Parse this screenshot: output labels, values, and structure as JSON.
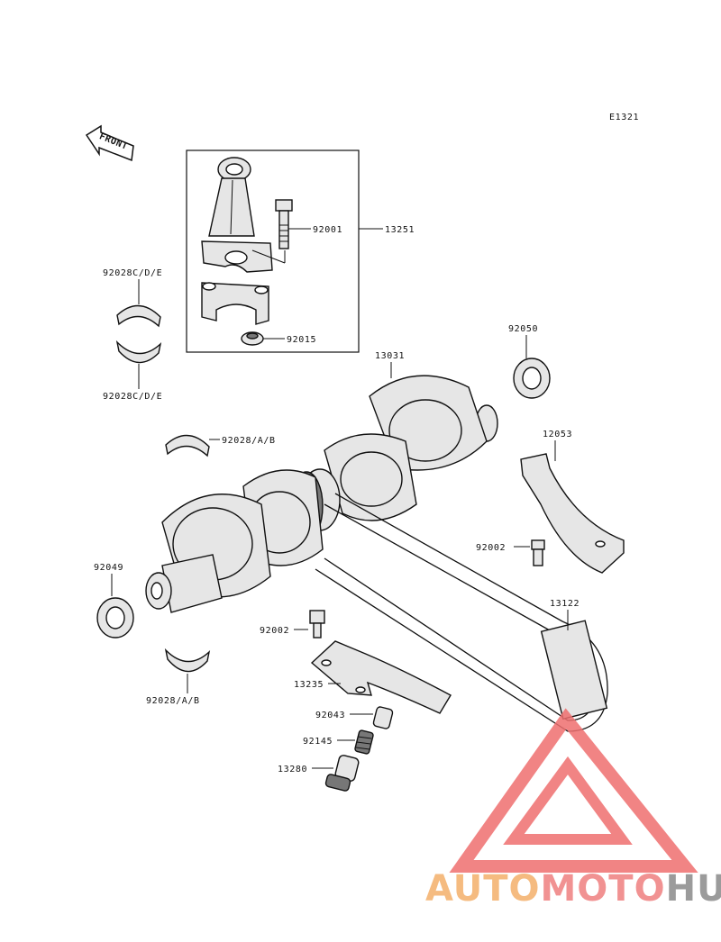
{
  "diagram_id": "E1321",
  "front_label": "FRONT",
  "callouts": {
    "conrod_bolt": "92001",
    "conrod_assy": "13251",
    "conrod_nut": "92015",
    "conrod_bearing_upper": "92028C/D/E",
    "conrod_bearing_lower": "92028C/D/E",
    "crankshaft": "13031",
    "oil_seal_right": "92050",
    "chain_guide_bracket": "12053",
    "bolt_bracket": "92002",
    "main_bearing_upper": "92028/A/B",
    "oil_seal_left": "92049",
    "cam_chain": "13122",
    "bolt_tensioner": "92002",
    "tensioner_guide": "13235",
    "tensioner_cap": "92043",
    "tensioner_spring": "92145",
    "tensioner_plunger": "13280",
    "main_bearing_lower": "92028/A/B"
  },
  "watermark": {
    "part1": "AUTO",
    "part2": "MOTO",
    "part3": "HUB",
    "color1": "#f4b06a",
    "color2": "#ef7f7f",
    "color3": "#8a8a8a",
    "triangle_color": "#ef6f6f"
  }
}
